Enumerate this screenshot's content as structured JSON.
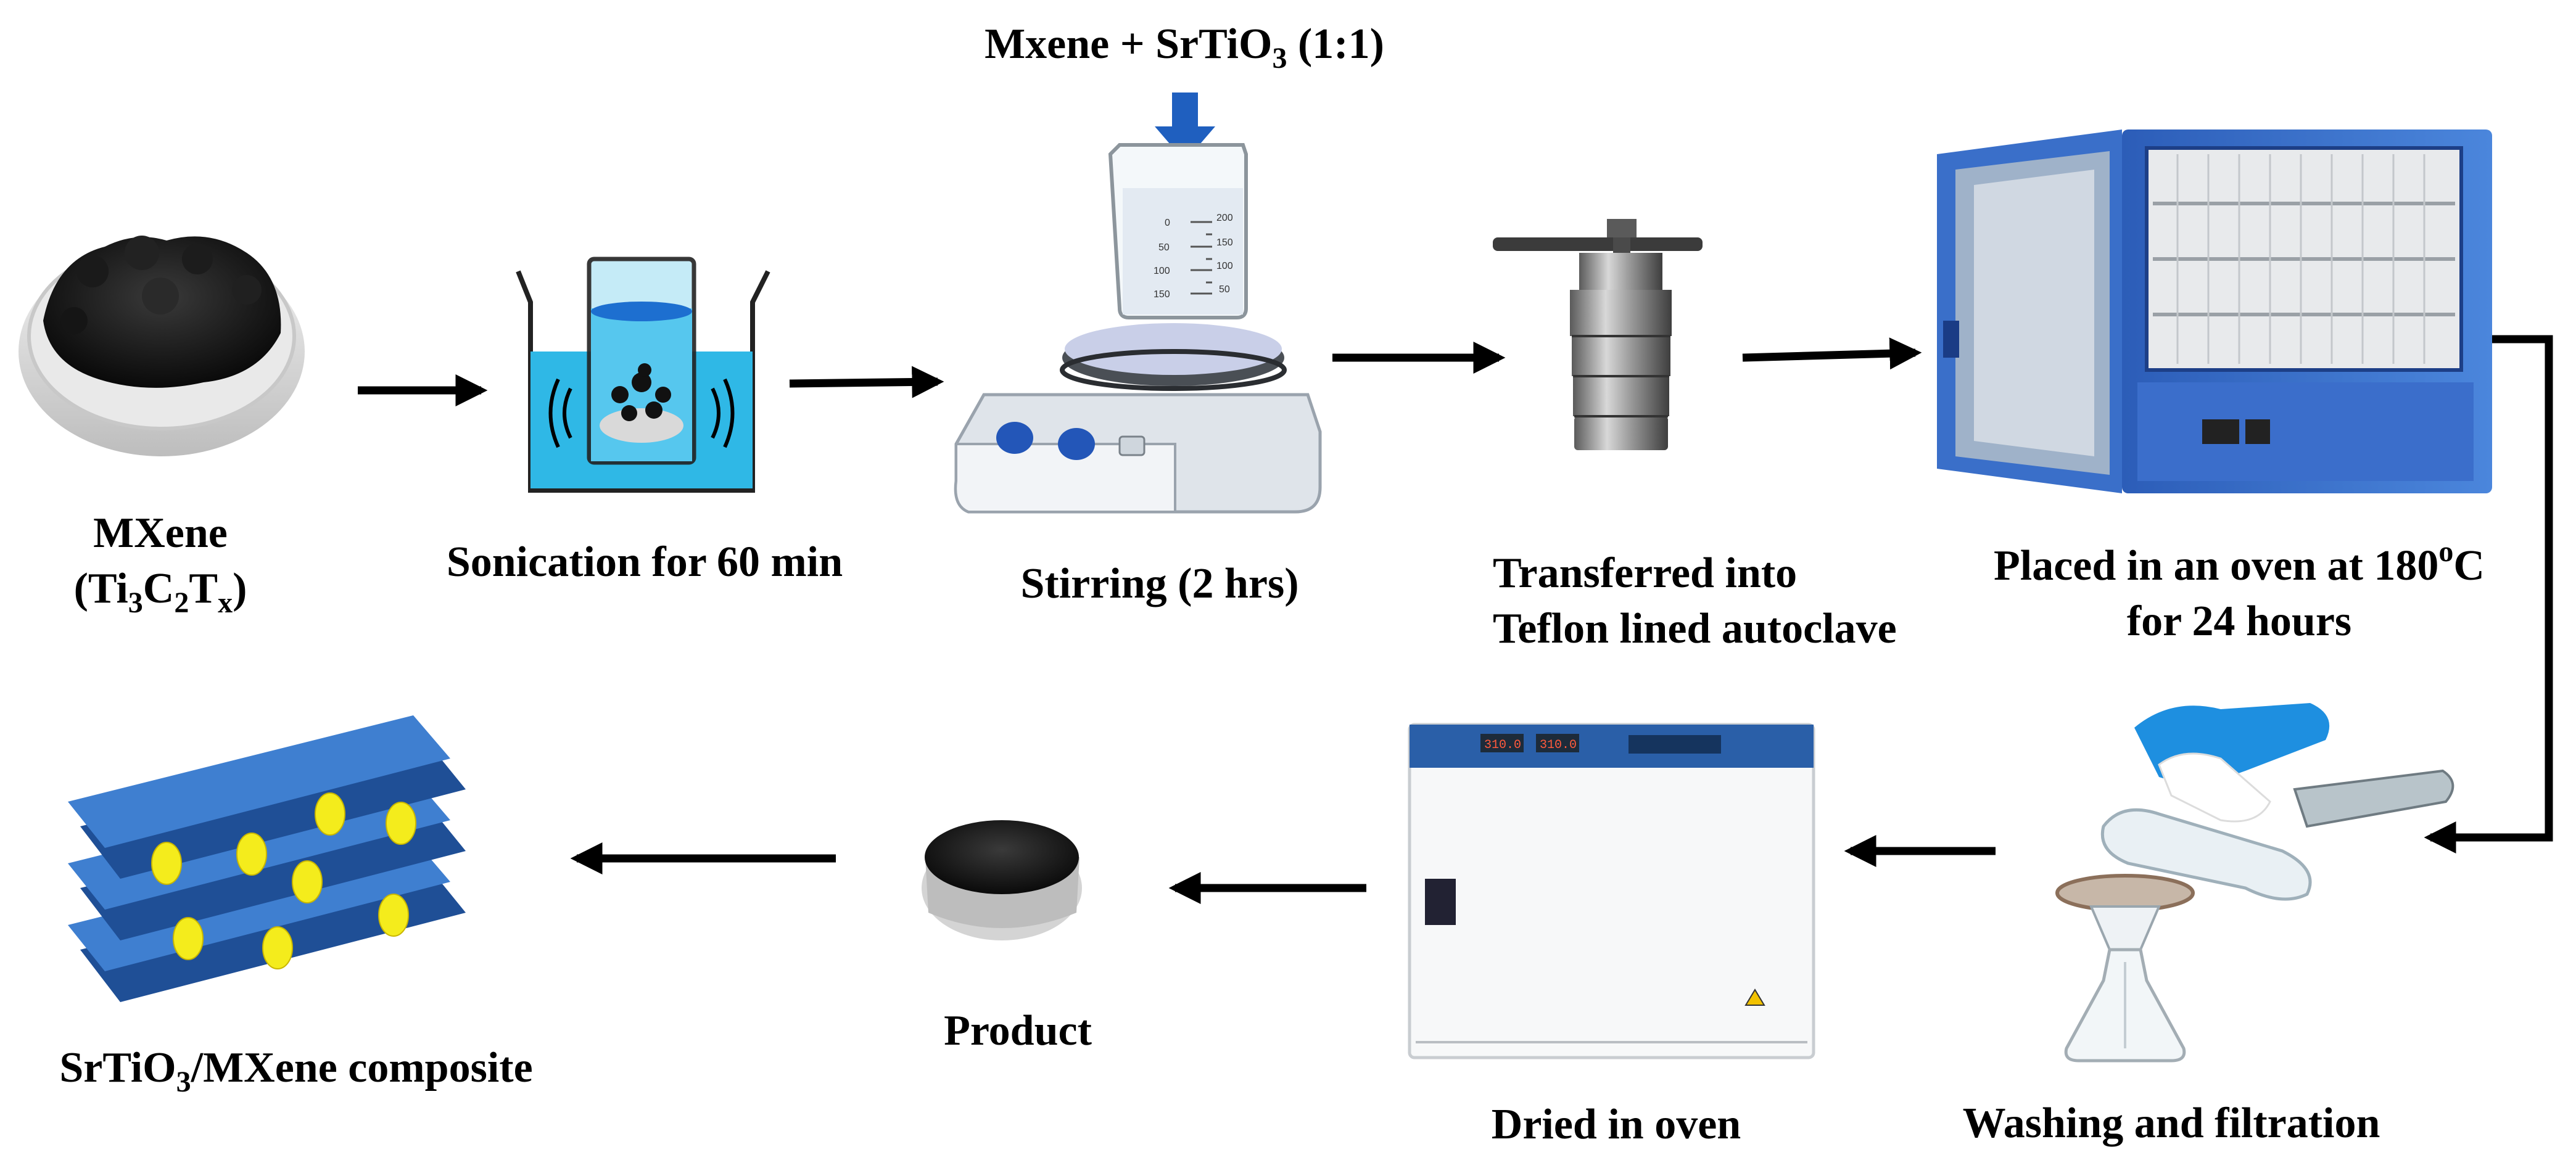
{
  "steps": {
    "mxene": {
      "line1": "MXene",
      "line2_open": "(Ti",
      "sub1": "3",
      "mid1": "C",
      "sub2": "2",
      "mid2": "T",
      "sub3": "x",
      "line2_close": ")"
    },
    "sonication": {
      "label": "Sonication for 60 min"
    },
    "addition": {
      "label_pre": "Mxene + SrTiO",
      "sub": "3",
      "label_post": " (1:1)"
    },
    "stirring": {
      "label": "Stirring (2 hrs)"
    },
    "autoclave": {
      "line1": "Transferred into",
      "line2": "Teflon lined autoclave"
    },
    "oven": {
      "line1_pre": "Placed in an oven at 180",
      "sup": "o",
      "line1_post": "C",
      "line2": "for 24 hours"
    },
    "washing": {
      "label": "Washing and filtration"
    },
    "drying": {
      "label": "Dried in oven"
    },
    "product": {
      "label": "Product"
    },
    "composite": {
      "label_pre": "SrTiO",
      "sub": "3",
      "label_post": "/MXene composite"
    }
  },
  "beaker_scale": [
    "0",
    "50",
    "100",
    "150",
    "200",
    "150",
    "100",
    "50"
  ],
  "oven_display": [
    "310.0",
    "310.0"
  ],
  "colors": {
    "arrow": "#000000",
    "blue_arrow": "#1f5fbf",
    "water": "#2fb8e6",
    "appliance_blue": "#3a6fc9",
    "layer_blue": "#3f7fd0",
    "dot_yellow": "#f4ec1c"
  }
}
